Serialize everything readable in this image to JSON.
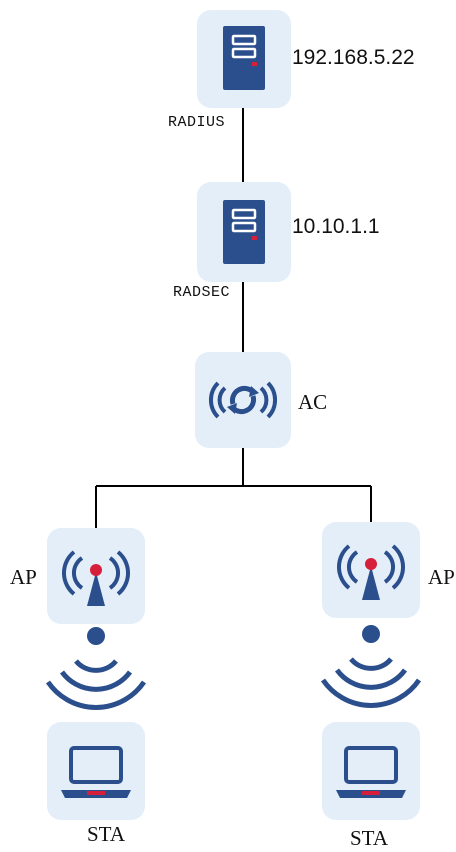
{
  "nodes": {
    "radius": {
      "label": "RADIUS",
      "ip": "192.168.5.22"
    },
    "radsec": {
      "label": "RADSEC",
      "ip": "10.10.1.1"
    },
    "ac": {
      "label": "AC"
    },
    "ap_left": {
      "label": "AP"
    },
    "ap_right": {
      "label": "AP"
    },
    "sta_left": {
      "label": "STA"
    },
    "sta_right": {
      "label": "STA"
    }
  },
  "colors": {
    "tile": "#e3eef9",
    "icon": "#2b4f8c",
    "accent": "#d61f3a",
    "line": "#000000"
  },
  "icons": {
    "server": "server-icon",
    "ac": "access-controller-icon",
    "ap": "access-point-icon",
    "wifi": "wifi-signal-icon",
    "laptop": "laptop-icon"
  }
}
